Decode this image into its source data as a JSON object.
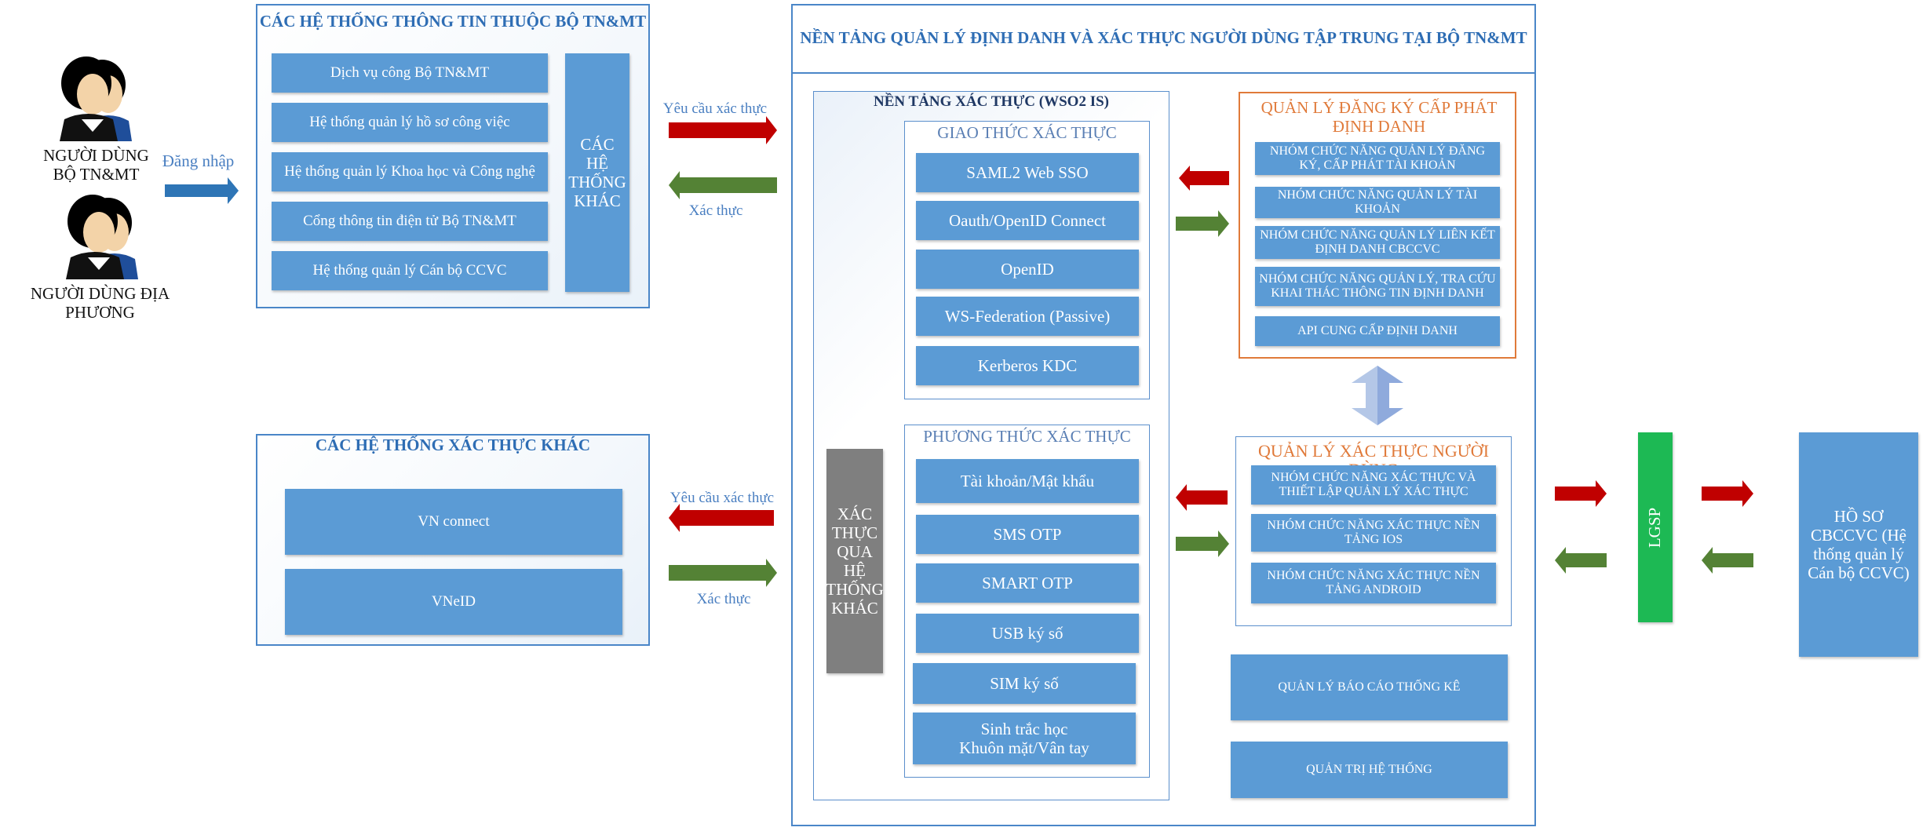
{
  "users": {
    "central_label": "NGƯỜI DÙNG\nBỘ TN&MT",
    "local_label": "NGƯỜI DÙNG ĐỊA PHƯƠNG",
    "login_label": "Đăng nhập"
  },
  "ministry_systems": {
    "title": "CÁC HỆ THỐNG THÔNG TIN THUỘC BỘ TN&MT",
    "items": [
      "Dịch vụ công Bộ TN&MT",
      "Hệ thống quản lý hồ sơ công việc",
      "Hệ thống quản lý Khoa học và Công nghệ",
      "Cổng thông tin điện tử Bộ TN&MT",
      "Hệ thống quản lý Cán bộ CCVC"
    ],
    "other": "CÁC HỆ THỐNG KHÁC"
  },
  "other_auth": {
    "title": "CÁC HỆ THỐNG XÁC THỰC KHÁC",
    "items": [
      "VN connect",
      "VNeID"
    ]
  },
  "flows": {
    "request": "Yêu cầu xác thực",
    "auth": "Xác thực"
  },
  "platform": {
    "title": "NỀN TẢNG QUẢN LÝ ĐỊNH DANH VÀ XÁC THỰC NGƯỜI DÙNG TẬP TRUNG TẠI BỘ TN&MT",
    "wso2_title": "NỀN TẢNG XÁC THỰC (WSO2 IS)",
    "protocols_title": "GIAO THỨC XÁC THỰC",
    "protocols": [
      "SAML2 Web SSO",
      "Oauth/OpenID Connect",
      "OpenID",
      "WS-Federation (Passive)",
      "Kerberos KDC"
    ],
    "methods_title": "PHƯƠNG THỨC XÁC THỰC",
    "methods": [
      "Tài khoản/Mật khẩu",
      "SMS OTP",
      "SMART OTP",
      "USB ký số",
      "SIM ký số"
    ],
    "biometric_line1": "Sinh trắc học",
    "biometric_line2": "Khuôn mặt/Vân tay",
    "via_other": "XÁC THỰC QUA HỆ THỐNG KHÁC",
    "identity_title": "QUẢN LÝ ĐĂNG KÝ CẤP PHÁT ĐỊNH DANH",
    "identity_items": [
      "NHÓM CHỨC NĂNG QUẢN LÝ ĐĂNG KÝ, CẤP PHÁT TÀI KHOẢN",
      "NHÓM CHỨC NĂNG QUẢN LÝ TÀI KHOẢN",
      "NHÓM CHỨC NĂNG QUẢN LÝ LIÊN KẾT ĐỊNH DANH CBCCVC",
      "NHÓM CHỨC NĂNG QUẢN LÝ, TRA CỨU KHAI THÁC THÔNG TIN ĐỊNH DANH",
      "API CUNG CẤP ĐỊNH DANH"
    ],
    "user_auth_title": "QUẢN LÝ XÁC THỰC NGƯỜI DÙNG",
    "user_auth_items": [
      "NHÓM CHỨC NĂNG XÁC THỰC VÀ THIẾT LẬP QUẢN LÝ XÁC THỰC",
      "NHÓM CHỨC NĂNG XÁC THỰC NỀN TẢNG IOS",
      "NHÓM CHỨC NĂNG XÁC THỰC NỀN TẢNG ANDROID"
    ],
    "report": "QUẢN LÝ BÁO CÁO THỐNG KÊ",
    "admin": "QUẢN TRỊ HỆ THỐNG"
  },
  "lgsp": "LGSP",
  "hrm": "HỒ SƠ CBCCVC (Hệ thống quản lý Cán bộ CCVC)",
  "colors": {
    "blue_box": "#5b9bd5",
    "red_arrow": "#c00000",
    "green_arrow": "#548235",
    "lgsp": "#1db954",
    "gray_box": "#7f7f7f",
    "orange": "#e07a3a"
  }
}
